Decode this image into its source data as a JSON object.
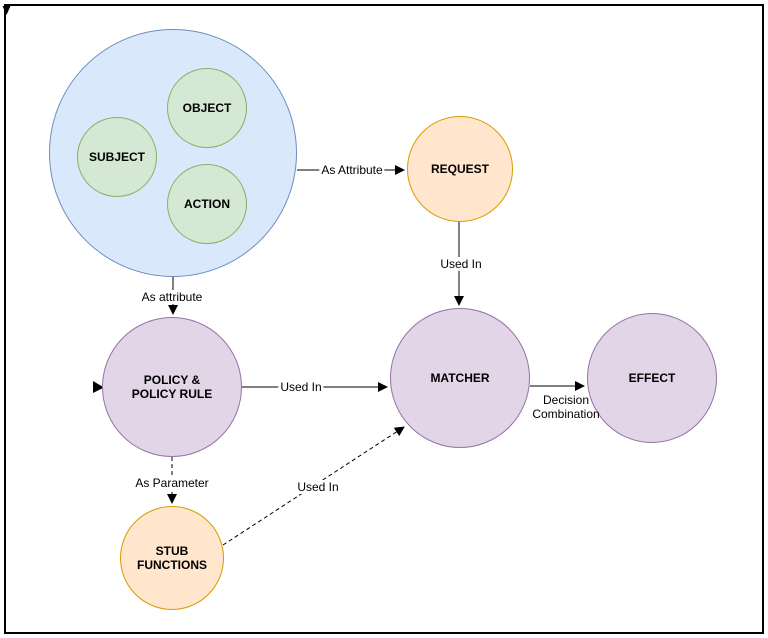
{
  "diagram": {
    "nodes": {
      "object": {
        "label": "OBJECT"
      },
      "subject": {
        "label": "SUBJECT"
      },
      "action": {
        "label": "ACTION"
      },
      "request": {
        "label": "REQUEST"
      },
      "policy_rule": {
        "label": "POLICY & POLICY RULE"
      },
      "matcher": {
        "label": "MATCHER"
      },
      "effect": {
        "label": "EFFECT"
      },
      "stub_functions": {
        "label": "STUB FUNCTIONS"
      }
    },
    "edges": {
      "attributes_to_request": {
        "label": "As Attribute",
        "style": "solid"
      },
      "attributes_to_policy": {
        "label": "As attribute",
        "style": "solid"
      },
      "request_to_matcher": {
        "label": "Used In",
        "style": "solid"
      },
      "policy_to_matcher": {
        "label": "Used In",
        "style": "solid"
      },
      "matcher_to_effect": {
        "label": "Decision Combination",
        "style": "solid"
      },
      "policy_to_stub": {
        "label": "As Parameter",
        "style": "dashed"
      },
      "stub_to_matcher": {
        "label": "Used In",
        "style": "dashed"
      }
    },
    "colors": {
      "attributes_fill": "#dae8fc",
      "attributes_stroke": "#6c8ebf",
      "inner_entity_fill": "#d5e8d4",
      "inner_entity_stroke": "#82b366",
      "request_stub_fill": "#ffe6cc",
      "request_stub_stroke": "#d79b00",
      "policy_matcher_effect_fill": "#e1d5e7",
      "policy_matcher_effect_stroke": "#9673a6",
      "edge_color": "#000000",
      "canvas_border": "#000000",
      "background": "#ffffff"
    }
  }
}
